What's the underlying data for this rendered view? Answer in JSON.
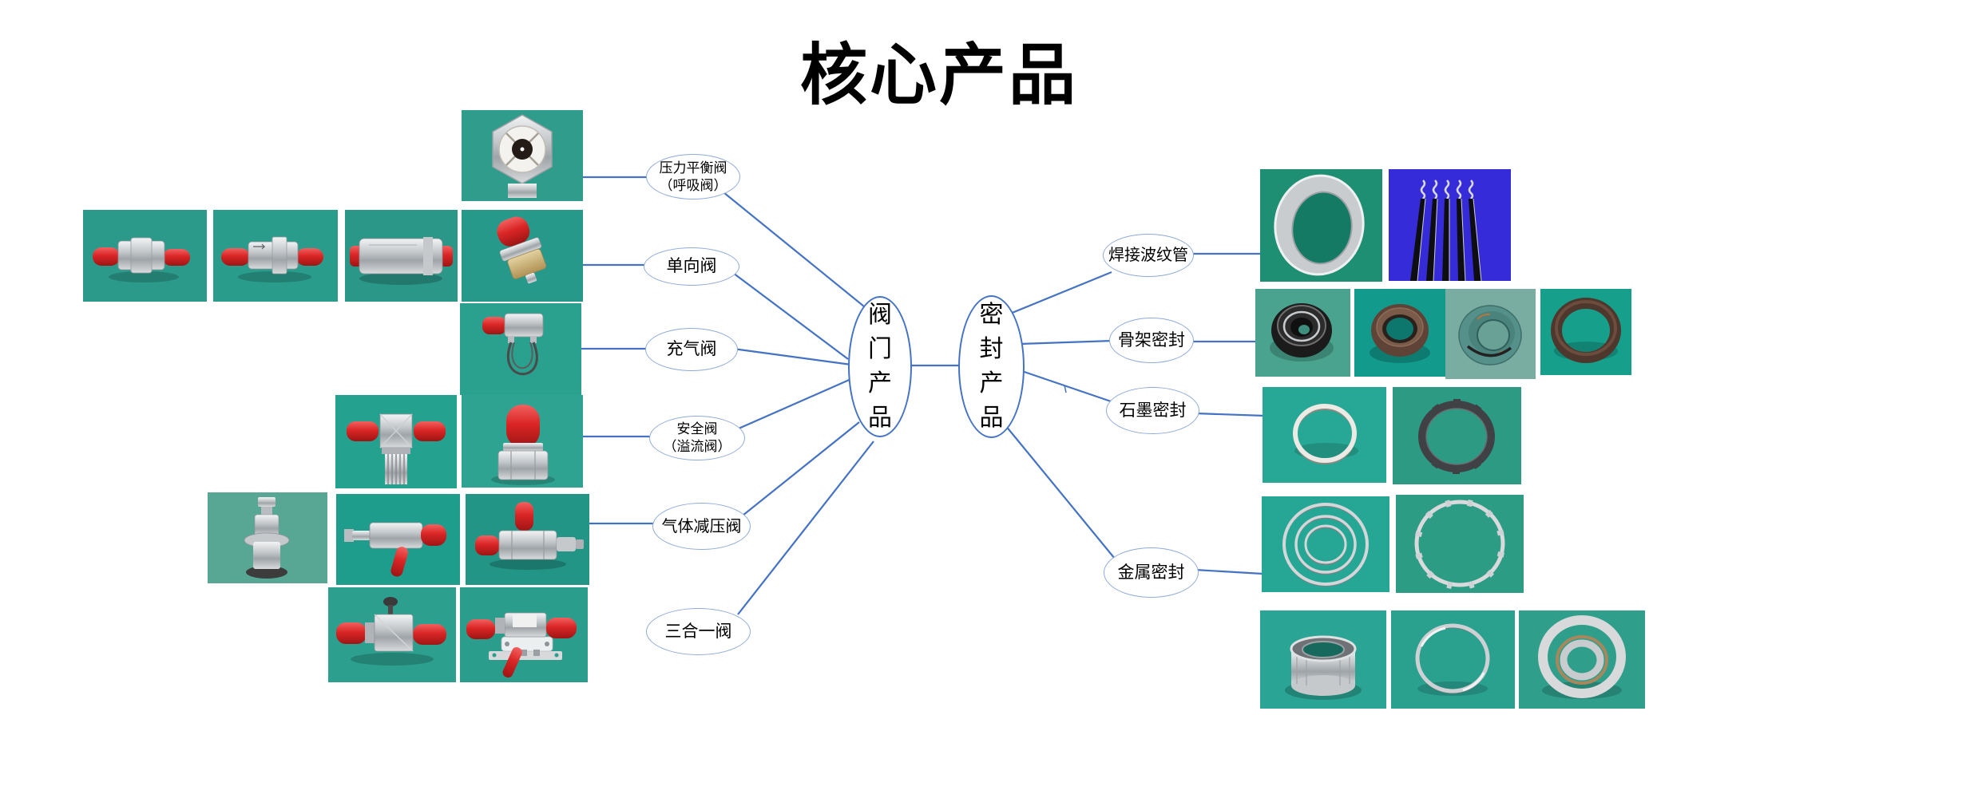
{
  "title": "核心产品",
  "colors": {
    "connector": "#4472C4",
    "label_border": "#8FAADC",
    "center_border": "#4472C4",
    "photo_teal": "#2b9a8a",
    "photo_blue": "#362bd8"
  },
  "center_nodes": {
    "valves": {
      "label": "阀门产品",
      "chars": [
        "阀",
        "门",
        "产",
        "品"
      ]
    },
    "seals": {
      "label": "密封产品",
      "chars": [
        "密",
        "封",
        "产",
        "品"
      ]
    }
  },
  "valve_branches": [
    {
      "lines": [
        "压力平衡阀",
        "（呼吸阀）"
      ]
    },
    {
      "lines": [
        "单向阀"
      ]
    },
    {
      "lines": [
        "充气阀"
      ]
    },
    {
      "lines": [
        "安全阀",
        "（溢流阀）"
      ]
    },
    {
      "lines": [
        "气体减压阀"
      ]
    },
    {
      "lines": [
        "三合一阀"
      ]
    }
  ],
  "seal_branches": [
    {
      "lines": [
        "焊接波纹管"
      ]
    },
    {
      "lines": [
        "骨架密封"
      ]
    },
    {
      "lines": [
        "石墨密封"
      ]
    },
    {
      "lines": [
        "金属密封"
      ]
    }
  ]
}
